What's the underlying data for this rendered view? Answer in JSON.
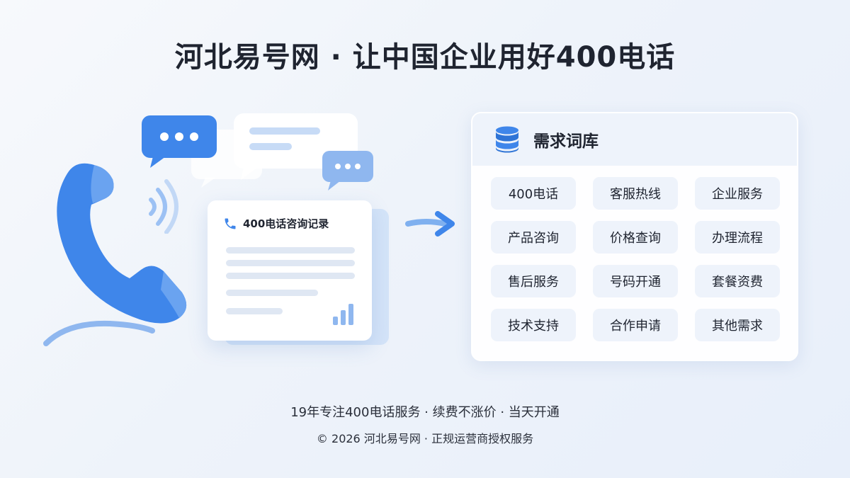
{
  "header": {
    "title": "河北易号网 · 让中国企业用好400电话"
  },
  "illustration": {
    "card_title": "400电话咨询记录",
    "card_bar_levels": [
      0.4,
      0.7,
      1.0
    ],
    "icons": [
      "phone-handset-icon",
      "chat-bubble-icon",
      "signal-waves-icon",
      "arrow-right-icon"
    ]
  },
  "panel": {
    "title": "需求词库",
    "icon": "database-icon",
    "tags": [
      "400电话",
      "客服热线",
      "企业服务",
      "产品咨询",
      "价格查询",
      "办理流程",
      "售后服务",
      "号码开通",
      "套餐资费",
      "技术支持",
      "合作申请",
      "其他需求"
    ]
  },
  "footer": {
    "tagline": "19年专注400电话服务 · 续费不涨价 · 当天开通",
    "copyright": "© 2026 河北易号网 · 正规运营商授权服务"
  },
  "colors": {
    "accent": "#3f86ea",
    "accent_light": "#9cc1f4",
    "text": "#1f2430",
    "tag_bg": "#eef3fb"
  }
}
